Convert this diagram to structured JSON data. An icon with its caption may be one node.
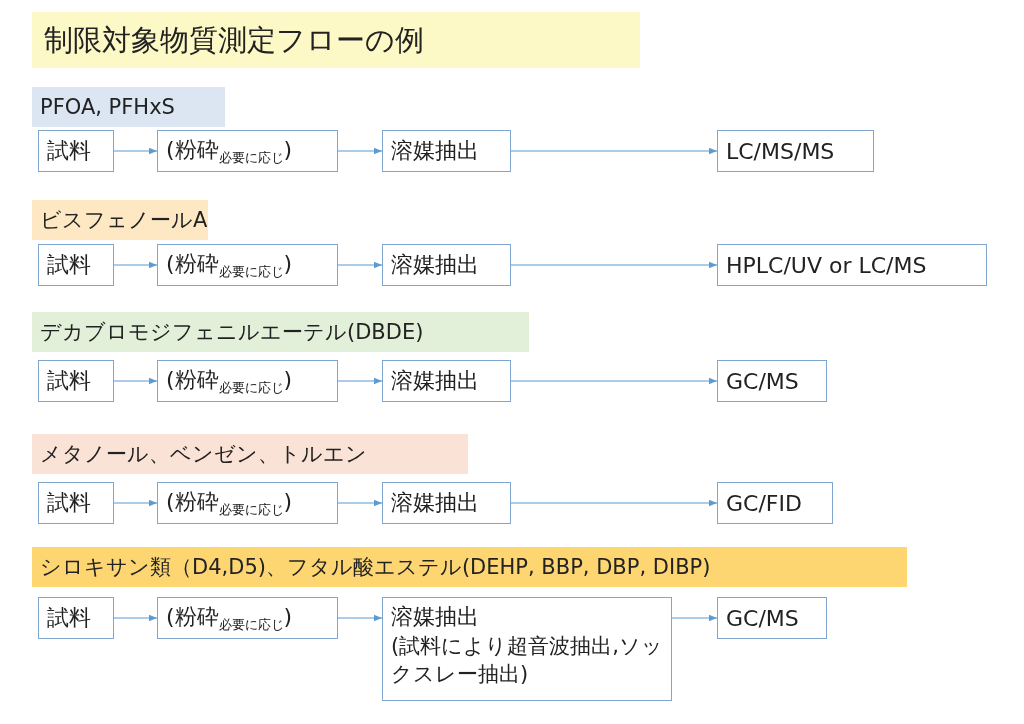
{
  "diagram": {
    "title": "制限対象物質測定フローの例",
    "nodes": [
      {
        "text": [
          "PFOA, PFHxS"
        ]
      },
      {
        "text": [
          "試料"
        ]
      },
      {
        "text": [
          "(粉砕$_{必要に応じ}$)"
        ]
      },
      {
        "text": [
          "溶媒抽出"
        ]
      },
      {
        "text": [
          "LC/MS/MS"
        ]
      },
      {
        "text": [
          "ビスフェノールA"
        ]
      },
      {
        "text": [
          "試料"
        ]
      },
      {
        "text": [
          "(粉砕$_{必要に応じ}$)"
        ]
      },
      {
        "text": [
          "溶媒抽出"
        ]
      },
      {
        "text": [
          "HPLC/UV or LC/MS"
        ]
      },
      {
        "text": [
          "デカブロモジフェニルエーテル(DBDE)"
        ]
      },
      {
        "text": [
          "試料"
        ]
      },
      {
        "text": [
          "(粉砕$_{必要に応じ}$)"
        ]
      },
      {
        "text": [
          "溶媒抽出"
        ]
      },
      {
        "text": [
          "GC/MS"
        ]
      },
      {
        "text": [
          "メタノール、ベンゼン、トルエン"
        ]
      },
      {
        "text": [
          "試料"
        ]
      },
      {
        "text": [
          "(粉砕$_{必要に応じ}$)"
        ]
      },
      {
        "text": [
          "溶媒抽出"
        ]
      },
      {
        "text": [
          "GC/FID"
        ]
      },
      {
        "text": [
          "シロキサン類（D4,D5)、フタル酸エステル(DEHP, BBP, DBP, DIBP)"
        ]
      },
      {
        "text": [
          "試料"
        ]
      },
      {
        "text": [
          "(粉砕$_{必要に応じ}$)"
        ]
      },
      {
        "text": [
          "溶媒抽出",
          "(試料により超音波抽出,ソックスレー抽出)"
        ]
      },
      {
        "text": [
          "GC/MS"
        ]
      }
    ],
    "edges": [
      {
        "from": 1,
        "to": 2,
        "arrow": "to"
      },
      {
        "from": 2,
        "to": 3,
        "arrow": "to"
      },
      {
        "from": 3,
        "to": 4,
        "arrow": "to"
      },
      {
        "from": 6,
        "to": 7,
        "arrow": "to"
      },
      {
        "from": 7,
        "to": 8,
        "arrow": "to"
      },
      {
        "from": 8,
        "to": 9,
        "arrow": "to"
      },
      {
        "from": 11,
        "to": 12,
        "arrow": "to"
      },
      {
        "from": 12,
        "to": 13,
        "arrow": "to"
      },
      {
        "from": 13,
        "to": 14,
        "arrow": "to"
      },
      {
        "from": 16,
        "to": 17,
        "arrow": "to"
      },
      {
        "from": 17,
        "to": 18,
        "arrow": "to"
      },
      {
        "from": 18,
        "to": 19,
        "arrow": "to"
      },
      {
        "from": 21,
        "to": 22,
        "arrow": "to"
      },
      {
        "from": 22,
        "to": 23,
        "arrow": "to"
      },
      {
        "from": 23,
        "to": 24,
        "arrow": "to"
      }
    ]
  }
}
